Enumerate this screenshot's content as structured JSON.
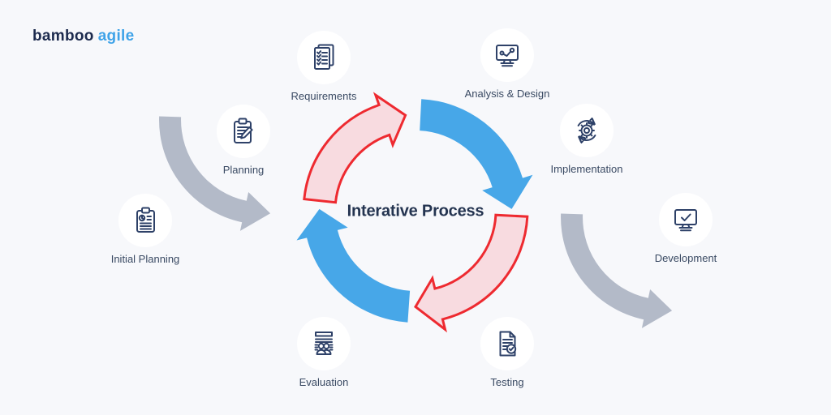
{
  "page": {
    "background": "#f7f8fb"
  },
  "logo": {
    "text_primary": "bamboo",
    "text_accent": "agile",
    "color_primary": "#1d2b4e",
    "color_accent": "#3fa3e8"
  },
  "diagram": {
    "title": "Interative Process",
    "title_color": "#243450",
    "flow": "clockwise",
    "colors": {
      "cycle_blue_arrow": "#47a7e8",
      "cycle_pink_arrow_fill": "#f8dbe0",
      "cycle_pink_arrow_stroke": "#ee2a30",
      "flow_gray_arrow": "#b3bac8",
      "icon_stroke": "#2e4168",
      "label_text": "#3a4a63"
    },
    "steps": [
      {
        "label": "Initial Planning",
        "icon": "clipboard-chart-icon",
        "position": "outer-left"
      },
      {
        "label": "Planning",
        "icon": "clipboard-pencil-icon",
        "position": "outer-upper-left"
      },
      {
        "label": "Requirements",
        "icon": "checklist-pages-icon",
        "position": "cycle-top-left"
      },
      {
        "label": "Analysis & Design",
        "icon": "monitor-chart-icon",
        "position": "cycle-top-right"
      },
      {
        "label": "Implementation",
        "icon": "gear-sync-icon",
        "position": "cycle-right"
      },
      {
        "label": "Development",
        "icon": "monitor-check-icon",
        "position": "outer-right"
      },
      {
        "label": "Testing",
        "icon": "document-check-icon",
        "position": "cycle-bottom-right"
      },
      {
        "label": "Evaluation",
        "icon": "presentation-team-icon",
        "position": "cycle-bottom-left"
      }
    ]
  }
}
